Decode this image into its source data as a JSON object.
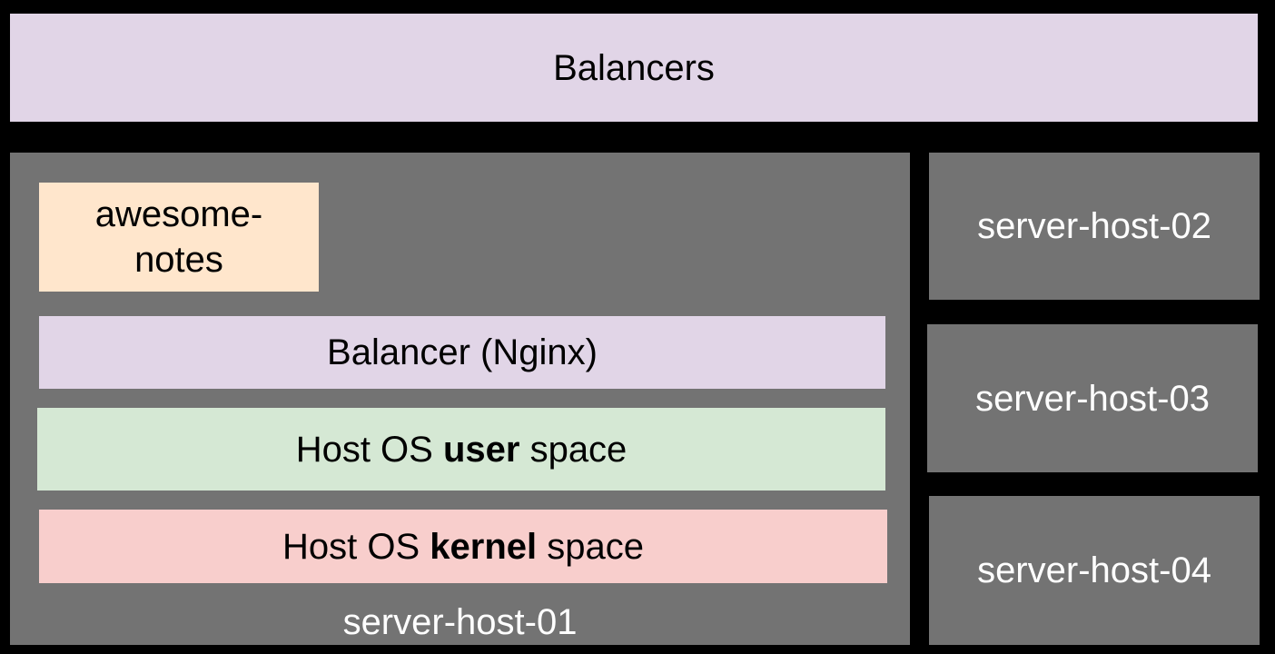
{
  "colors": {
    "background": "#000000",
    "balancer": "#e1d5e7",
    "host": "#737373",
    "app": "#ffe6cc",
    "user_space": "#d5e8d4",
    "kernel_space": "#f8cecc",
    "host_text": "#ffffff"
  },
  "balancers": {
    "label": "Balancers"
  },
  "hosts": {
    "host01": {
      "label": "server-host-01",
      "app": {
        "line1": "awesome-",
        "line2": "notes"
      },
      "nginx": {
        "label": "Balancer (Nginx)"
      },
      "user_space": {
        "pre": "Host OS ",
        "bold": "user",
        "post": " space"
      },
      "kernel_space": {
        "pre": "Host OS ",
        "bold": "kernel",
        "post": " space"
      }
    },
    "host02": {
      "label": "server-host-02"
    },
    "host03": {
      "label": "server-host-03"
    },
    "host04": {
      "label": "server-host-04"
    }
  }
}
